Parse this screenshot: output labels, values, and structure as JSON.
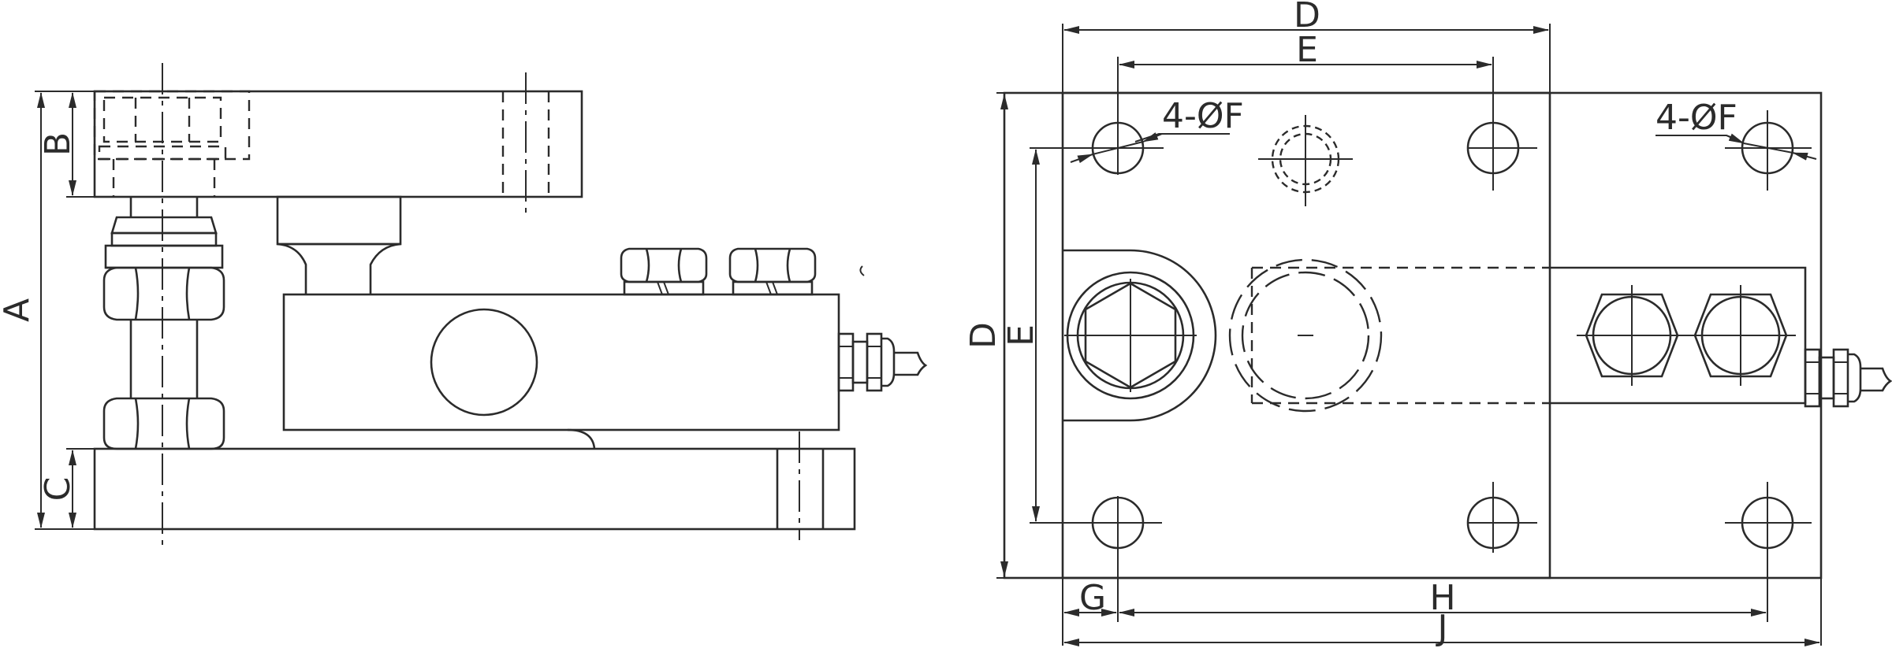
{
  "drawing": {
    "side_view": {
      "dim_A": "A",
      "dim_B": "B",
      "dim_C": "C"
    },
    "top_view": {
      "dim_D_width": "D",
      "dim_D_height": "D",
      "dim_E_width": "E",
      "dim_E_height": "E",
      "hole_note_left": "4-ØF",
      "hole_note_right": "4-ØF",
      "dim_G": "G",
      "dim_H": "H",
      "dim_J": "J"
    }
  }
}
